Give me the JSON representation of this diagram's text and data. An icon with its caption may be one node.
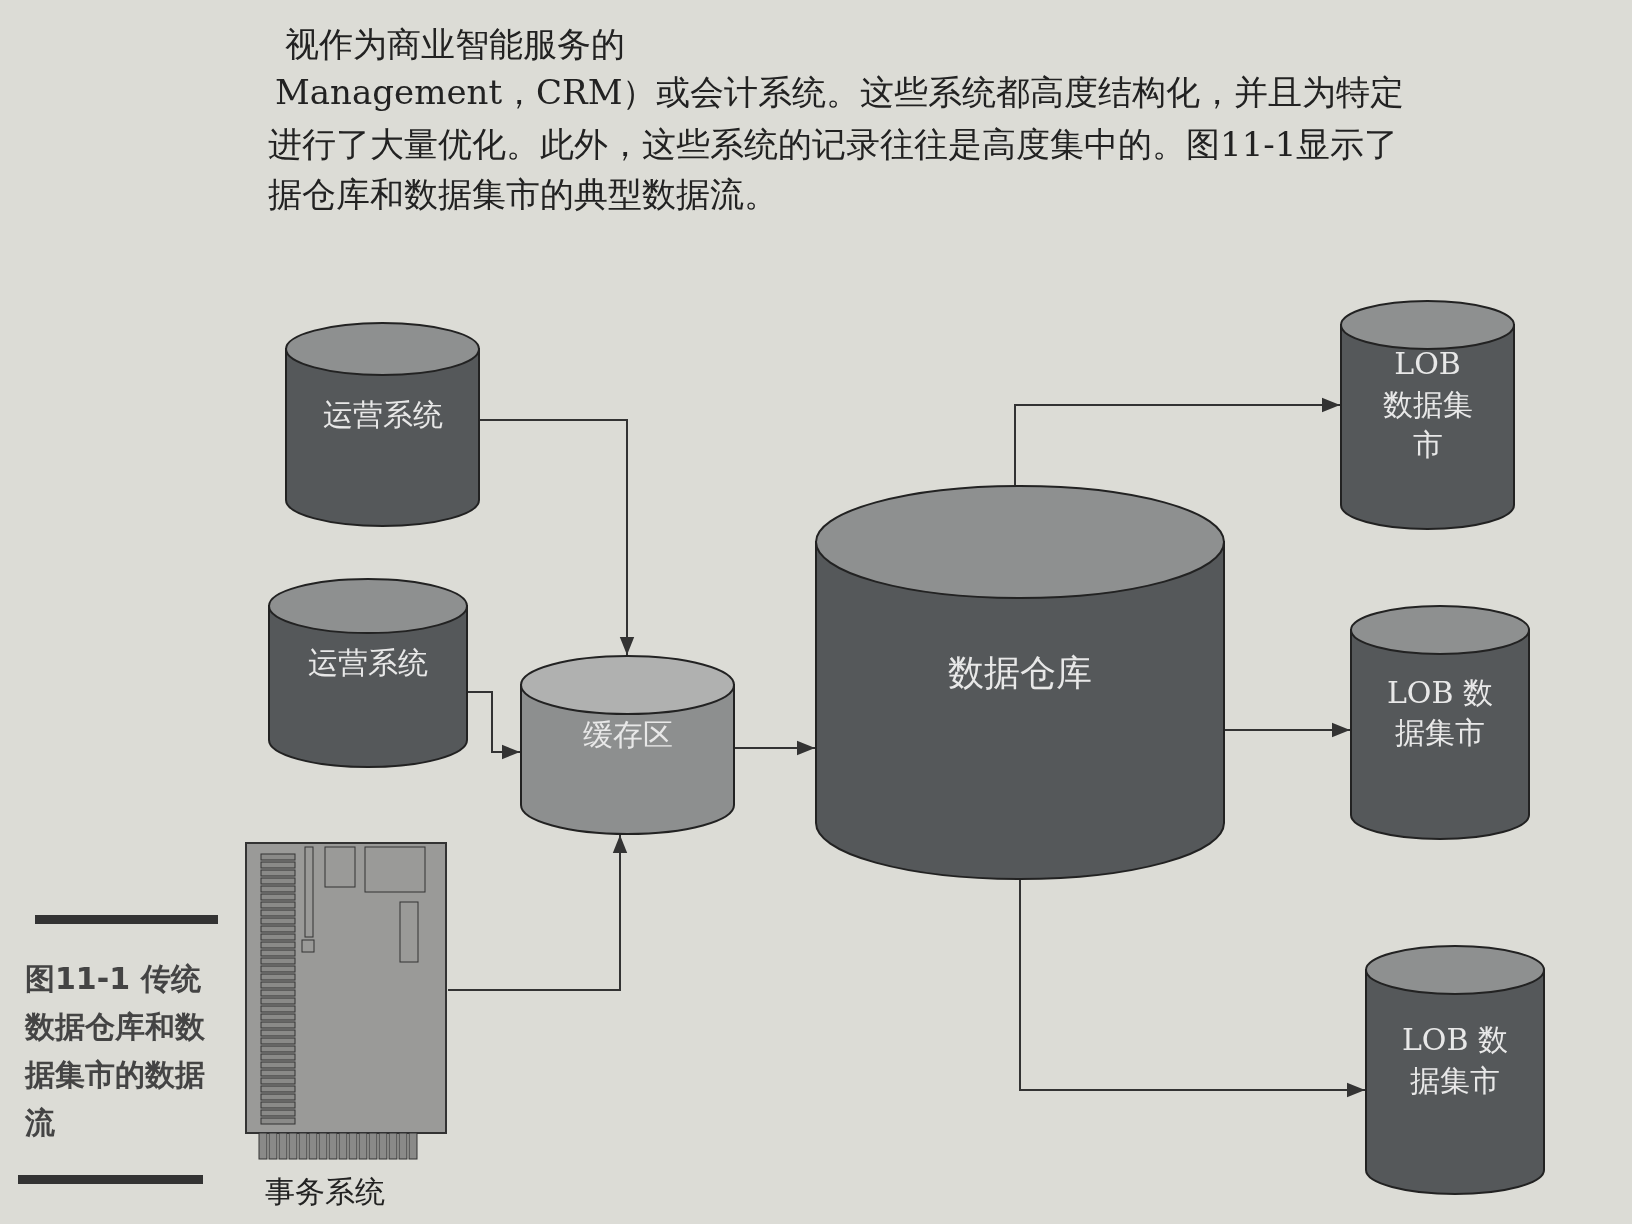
{
  "diagram": {
    "caption": "图11-1 传统数据仓库和数据集市的数据流",
    "nodes": [
      {
        "text": [
          "运营系统"
        ]
      },
      {
        "text": [
          "运营系统"
        ]
      },
      {
        "text": [
          "事务系统"
        ]
      },
      {
        "text": [
          "缓存区"
        ]
      },
      {
        "text": [
          "数据仓库"
        ]
      },
      {
        "text": [
          "LOB 数据集市"
        ]
      },
      {
        "text": [
          "LOB 数据集市"
        ]
      },
      {
        "text": [
          "LOB 数据集市"
        ]
      }
    ],
    "edges": [
      {
        "from": 0,
        "to": 3,
        "arrow": "to"
      },
      {
        "from": 1,
        "to": 3,
        "arrow": "to"
      },
      {
        "from": 2,
        "to": 3,
        "arrow": "to"
      },
      {
        "from": 3,
        "to": 4,
        "arrow": "to"
      },
      {
        "from": 4,
        "to": 5,
        "arrow": "to"
      },
      {
        "from": 4,
        "to": 6,
        "arrow": "to"
      },
      {
        "from": 4,
        "to": 7,
        "arrow": "to"
      }
    ],
    "labels": [
      "视作为商业智能服务的",
      "Management，CRM）或会计系统。这些系统都高度结构化，并且为特定",
      "进行了大量优化。此外，这些系统的记录往往是高度集中的。图11-1显示了",
      "据仓库和数据集市的典型数据流。"
    ]
  }
}
